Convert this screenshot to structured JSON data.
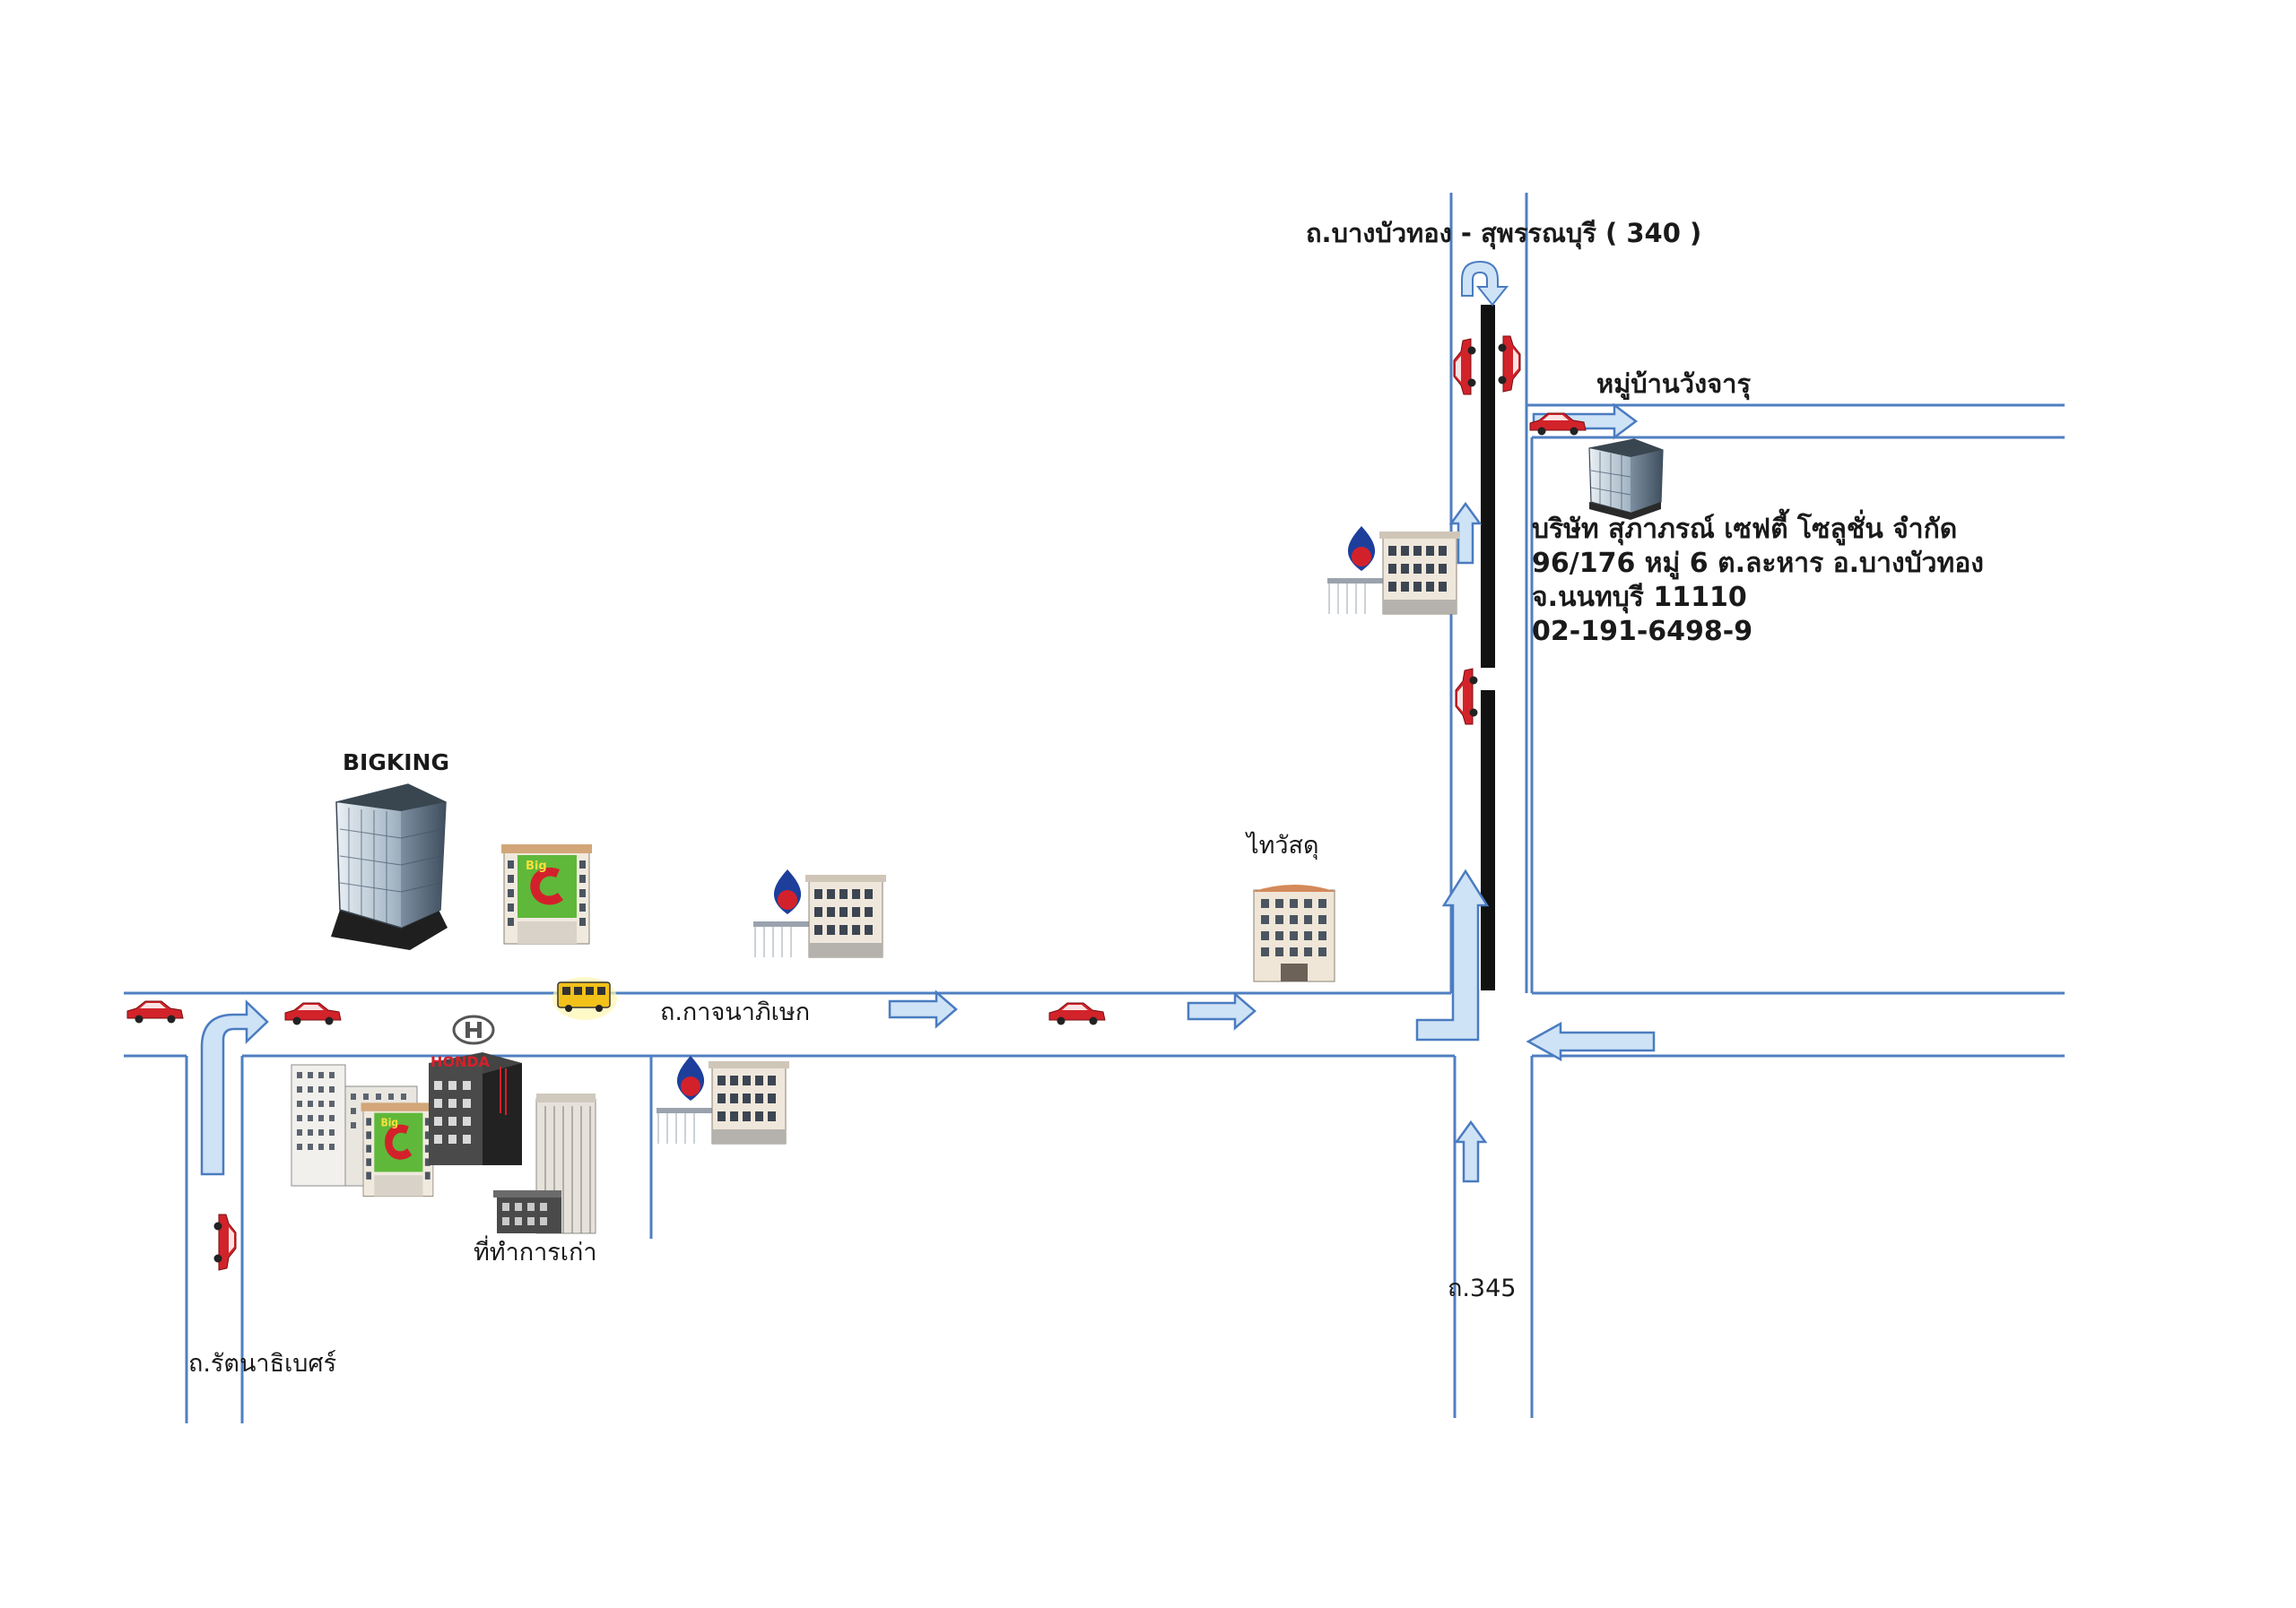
{
  "roads": {
    "kanchanaphisek": "ถ.กาจนาภิเษก",
    "rattanathibet": "ถ.รัตนาธิเบศร์",
    "bangbuathong_suphanburi": "ถ.บางบัวทอง - สุพรรณบุรี ( 340 )",
    "road_345": "ถ.345",
    "village": "หมู่บ้านวังจารุ"
  },
  "landmarks": {
    "bigking": "BIGKING",
    "thaiwatsadu": "ไทวัสดุ",
    "old_office": "ที่ทำการเก่า",
    "honda": "HONDA",
    "bigc_sign": "Big C"
  },
  "company": {
    "name": "บริษัท สุภาภรณ์ เซฟตี้ โซลูชั่น จำกัด",
    "address_line": "96/176 หมู่ 6 ต.ละหาร อ.บางบัวทอง",
    "province_line": "จ.นนทบุรี   11110",
    "phone": "02-191-6498-9"
  },
  "colors": {
    "road_line": "#4f7fc1",
    "arrow_fill": "#cfe3f7",
    "arrow_stroke": "#4a7cc0",
    "car": "#d2232a",
    "divider": "#111111",
    "ptt_blue": "#1d3f9b",
    "ptt_red": "#d3212b",
    "bigc_green": "#5fb83a",
    "bigc_red": "#d3212b"
  }
}
